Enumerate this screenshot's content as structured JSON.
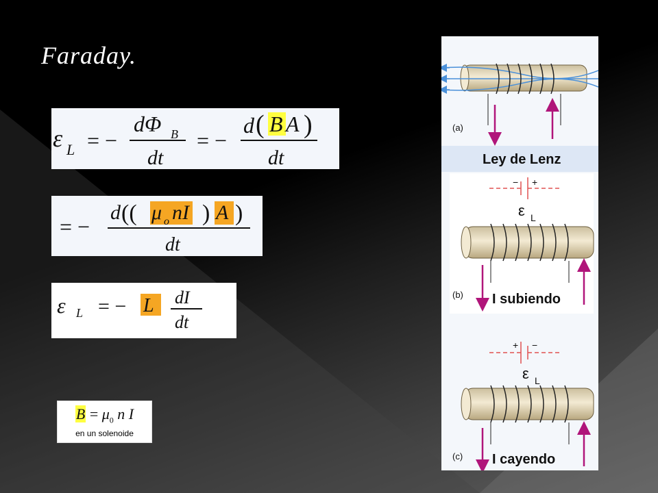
{
  "slide": {
    "title": "Faraday."
  },
  "equations": {
    "eq1": {
      "symbol": "ε",
      "sub": "L",
      "frac1_num": "dΦ",
      "frac1_sub": "B",
      "frac1_den": "dt",
      "frac2_num_d": "d",
      "frac2_B": "B",
      "frac2_A": "A",
      "frac2_den": "dt"
    },
    "eq2": {
      "num_d": "d",
      "mu": "μ",
      "mu_sub": "o",
      "nI": "nI",
      "A": "A",
      "den": "dt"
    },
    "eq3": {
      "symbol": "ε",
      "sub": "L",
      "L": "L",
      "num": "dI",
      "den": "dt"
    }
  },
  "note": {
    "B": "B",
    "eq": "=",
    "mu": "μ",
    "mu_sub": "0",
    "n": "n",
    "I": "I",
    "caption": "en un solenoide"
  },
  "diagram": {
    "panel_a": "(a)",
    "header": "Ley de Lenz",
    "emf_label": "ε",
    "emf_sub": "L",
    "panel_b": "(b)",
    "rising": "I subiendo",
    "panel_c": "(c)",
    "falling": "I cayendo",
    "plus": "+",
    "minus": "−"
  },
  "colors": {
    "highlight_yellow": "#ffff40",
    "highlight_orange": "#f5a623",
    "arrow_magenta": "#b0157a",
    "field_blue": "#4a90d9",
    "battery_red": "#e05050",
    "coil_tan": "#e8dcc0"
  }
}
